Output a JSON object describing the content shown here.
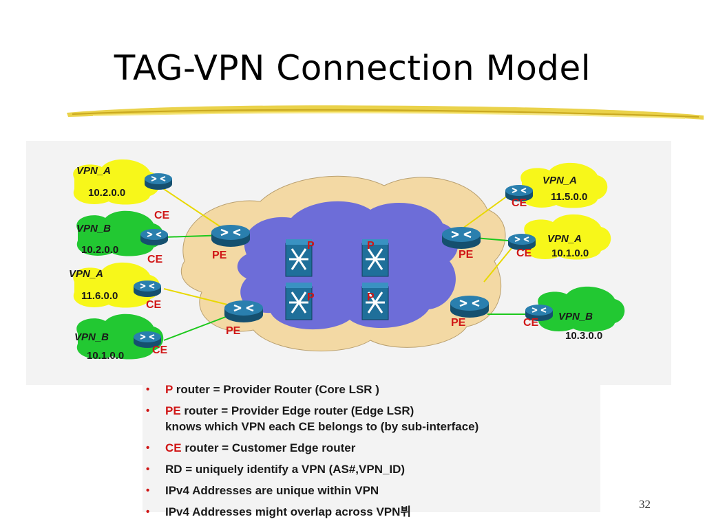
{
  "slide": {
    "title": "TAG-VPN Connection Model",
    "page_number": "32"
  },
  "colors": {
    "label_red": "#d01616",
    "provider_cloud": "#f3d9a4",
    "core_cloud": "#6d6dd8",
    "vpn_a_cloud": "#f7f71a",
    "vpn_b_cloud": "#22c832",
    "router_blue": "#1f6f9a",
    "link_yellow": "#e8d800",
    "link_green": "#1cc81c"
  },
  "sites": [
    {
      "vpn": "VPN_A",
      "subnet": "10.2.0.0",
      "ce_label": "CE"
    },
    {
      "vpn": "VPN_B",
      "subnet": "10.2.0.0",
      "ce_label": "CE"
    },
    {
      "vpn": "VPN_A",
      "subnet": "11.6.0.0",
      "ce_label": "CE"
    },
    {
      "vpn": "VPN_B",
      "subnet": "10.1.0.0",
      "ce_label": "CE"
    },
    {
      "vpn": "VPN_A",
      "subnet": "11.5.0.0",
      "ce_label": "CE"
    },
    {
      "vpn": "VPN_A",
      "subnet": "10.1.0.0",
      "ce_label": "CE"
    },
    {
      "vpn": "VPN_B",
      "subnet": "10.3.0.0",
      "ce_label": "CE"
    }
  ],
  "pe_label": "PE",
  "p_label": "P",
  "legend": [
    {
      "prefix": "P",
      "text": " router =  Provider Router (Core LSR )"
    },
    {
      "prefix": "PE",
      "text": " router = Provider Edge router (Edge LSR)",
      "line2": "knows which VPN each CE belongs to (by sub-interface)"
    },
    {
      "prefix": "CE",
      "text": " router = Customer Edge router"
    },
    {
      "prefix": "",
      "text": "RD = uniquely identify a VPN (AS#,VPN_ID)"
    },
    {
      "prefix": "",
      "text": "IPv4 Addresses are unique within VPN"
    },
    {
      "prefix": "",
      "text": "IPv4 Addresses might overlap across VPN뷔"
    }
  ],
  "bullet": "•"
}
